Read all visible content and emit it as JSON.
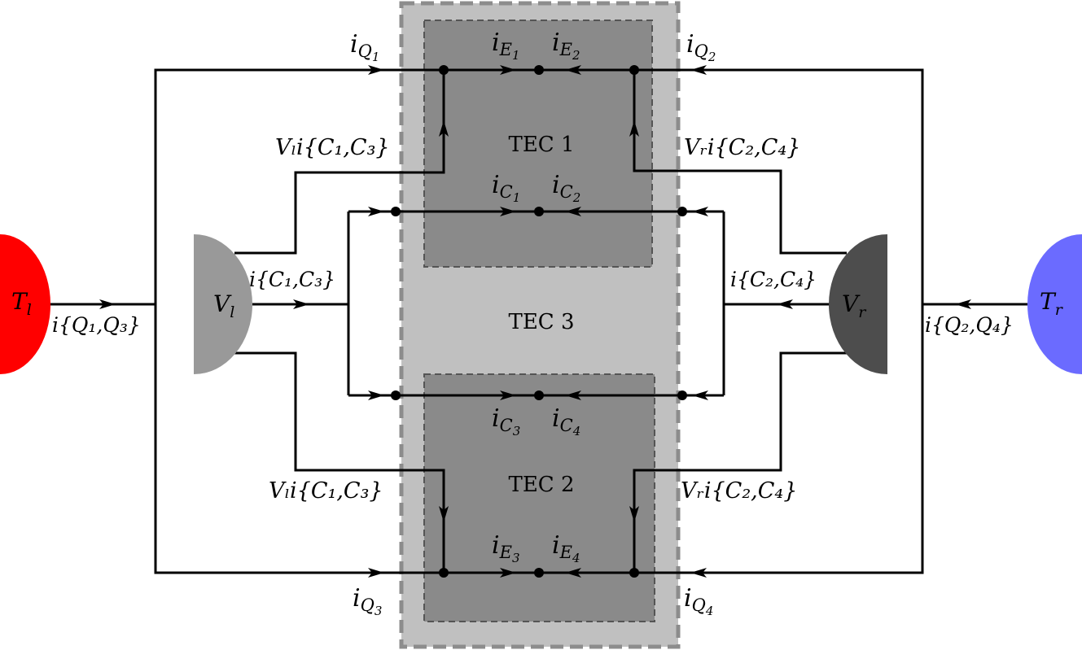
{
  "boxes": {
    "tec3": "TEC 3",
    "tec1": "TEC 1",
    "tec2": "TEC 2"
  },
  "sources": {
    "left_temp": {
      "main": "T",
      "sub": "l",
      "color": "#ff0000"
    },
    "right_temp": {
      "main": "T",
      "sub": "r",
      "color": "#6b6bff"
    },
    "left_voltage": {
      "main": "V",
      "sub": "l",
      "color": "#999999"
    },
    "right_voltage": {
      "main": "V",
      "sub": "r",
      "color": "#4d4d4d"
    }
  },
  "labels": {
    "iq1": {
      "main": "i",
      "sub": "Q",
      "subsub": "1"
    },
    "iq2": {
      "main": "i",
      "sub": "Q",
      "subsub": "2"
    },
    "iq3": {
      "main": "i",
      "sub": "Q",
      "subsub": "3"
    },
    "iq4": {
      "main": "i",
      "sub": "Q",
      "subsub": "4"
    },
    "ie1": {
      "main": "i",
      "sub": "E",
      "subsub": "1"
    },
    "ie2": {
      "main": "i",
      "sub": "E",
      "subsub": "2"
    },
    "ie3": {
      "main": "i",
      "sub": "E",
      "subsub": "3"
    },
    "ie4": {
      "main": "i",
      "sub": "E",
      "subsub": "4"
    },
    "ic1": {
      "main": "i",
      "sub": "C",
      "subsub": "1"
    },
    "ic2": {
      "main": "i",
      "sub": "C",
      "subsub": "2"
    },
    "ic3": {
      "main": "i",
      "sub": "C",
      "subsub": "3"
    },
    "ic4": {
      "main": "i",
      "sub": "C",
      "subsub": "4"
    },
    "vl_top": "Vₗi{C₁,C₃}",
    "vl_bottom": "Vₗi{C₁,C₃}",
    "vr_top": "Vᵣi{C₂,C₄}",
    "vr_bottom": "Vᵣi{C₂,C₄}",
    "ic13": "i{C₁,C₃}",
    "ic24": "i{C₂,C₄}",
    "iq13": "i{Q₁,Q₃}",
    "iq24": "i{Q₂,Q₄}"
  },
  "colors": {
    "tec3_fill": "#c0c0c0",
    "tec3_stroke": "#8c8c8c",
    "inner_fill": "#8a8a8a",
    "inner_stroke": "#555555"
  }
}
